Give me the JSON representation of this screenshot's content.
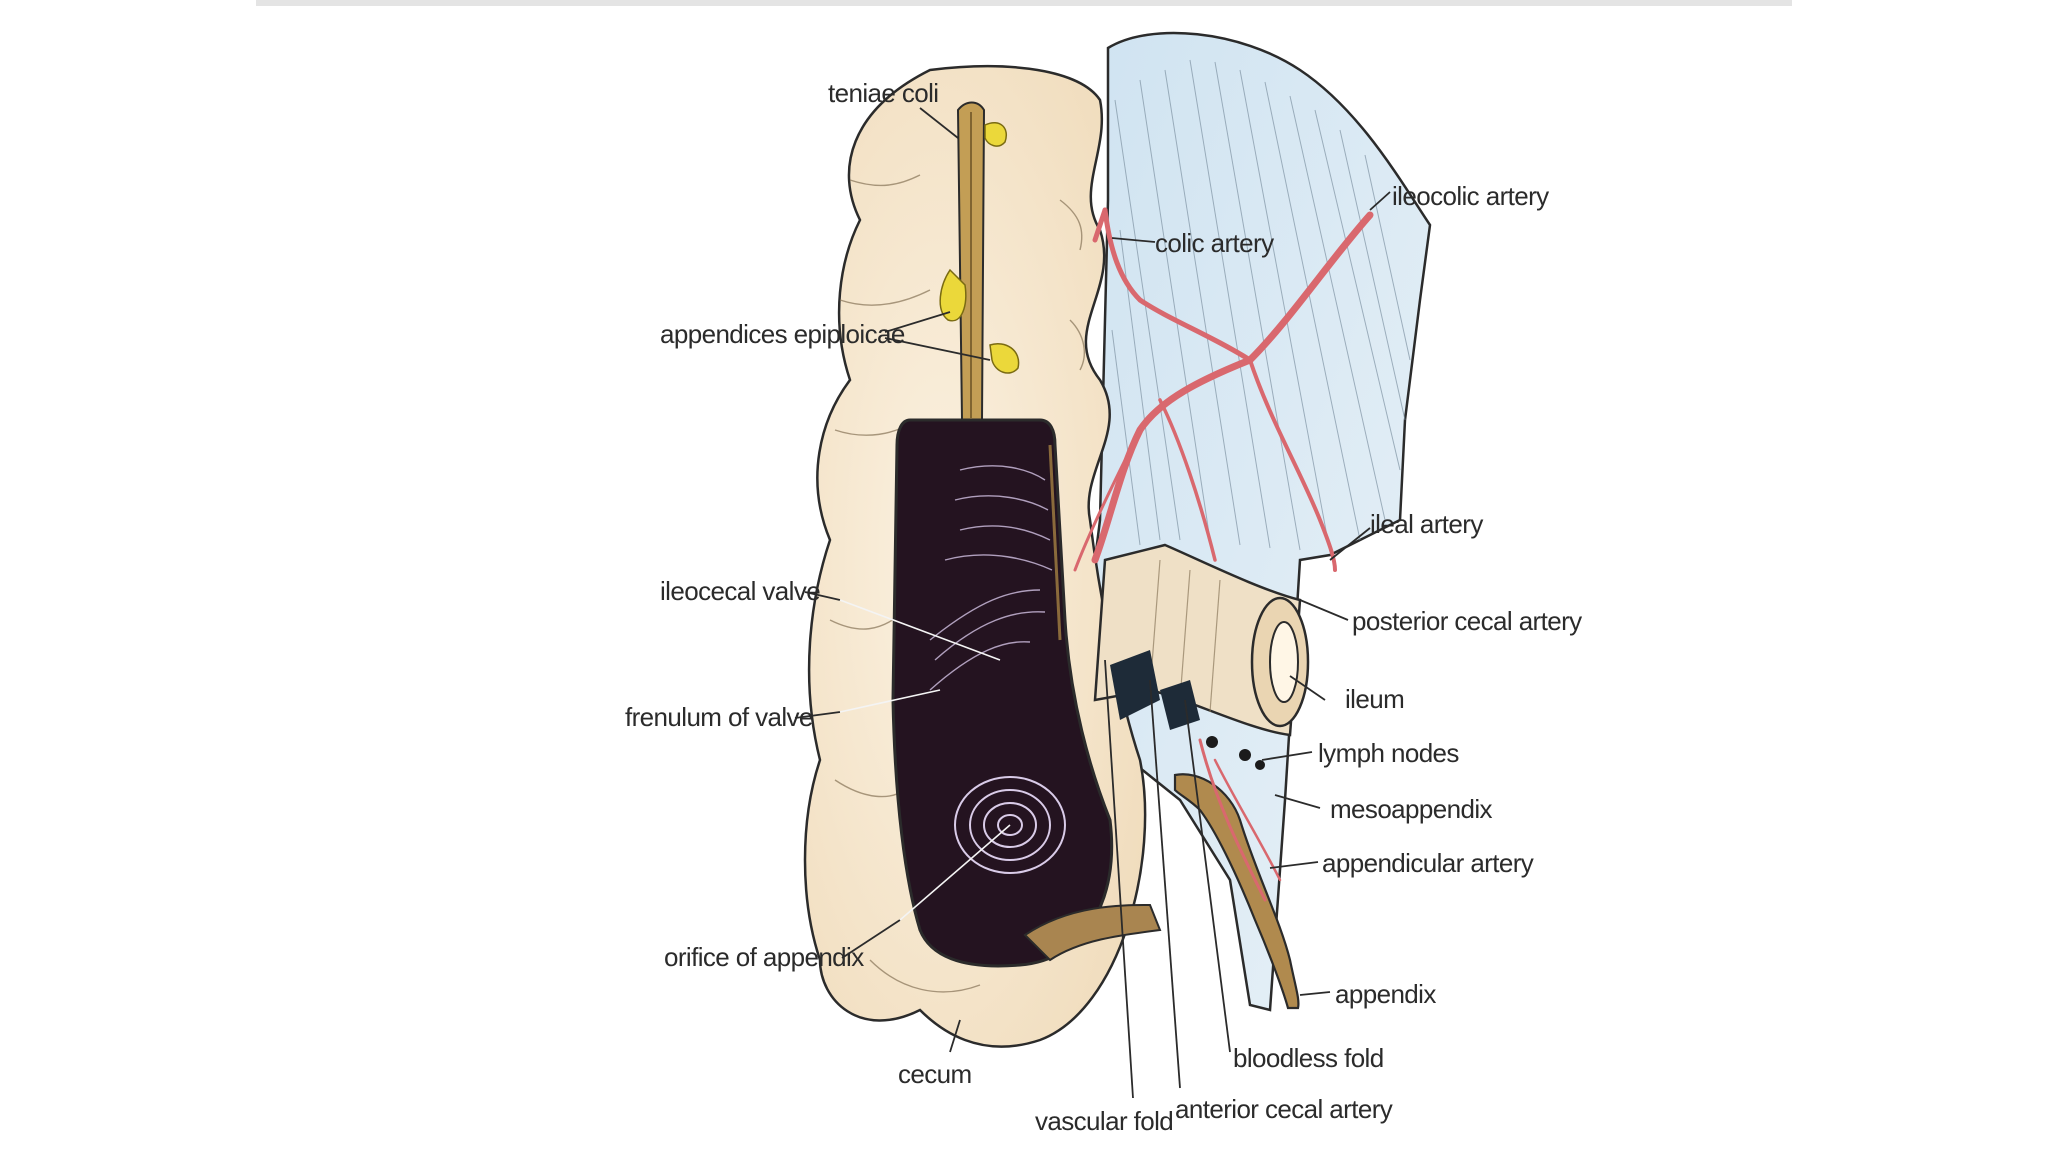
{
  "labels": {
    "teniae_coli": "teniae coli",
    "appendices_epiploicae": "appendices epiploicae",
    "ileocecal_valve": "ileocecal valve",
    "frenulum_of_valve": "frenulum of valve",
    "orifice_of_appendix": "orifice of appendix",
    "cecum": "cecum",
    "vascular_fold": "vascular fold",
    "anterior_cecal_artery": "anterior cecal artery",
    "bloodless_fold": "bloodless fold",
    "appendix": "appendix",
    "appendicular_artery": "appendicular artery",
    "mesoappendix": "mesoappendix",
    "lymph_nodes": "lymph nodes",
    "ileum": "ileum",
    "posterior_cecal_artery": "posterior cecal artery",
    "ileal_artery": "ileal artery",
    "ileocolic_artery": "ileocolic artery",
    "colic_artery": "colic artery"
  },
  "colors": {
    "cecum_fill": "#f6e6cc",
    "mesentery_fill": "#dbe9f3",
    "artery": "#d9686e",
    "teniae": "#b8954a",
    "appendix": "#b08a4e",
    "cecum_interior": "#241320",
    "appendices_epiploicae": "#e8d630"
  }
}
